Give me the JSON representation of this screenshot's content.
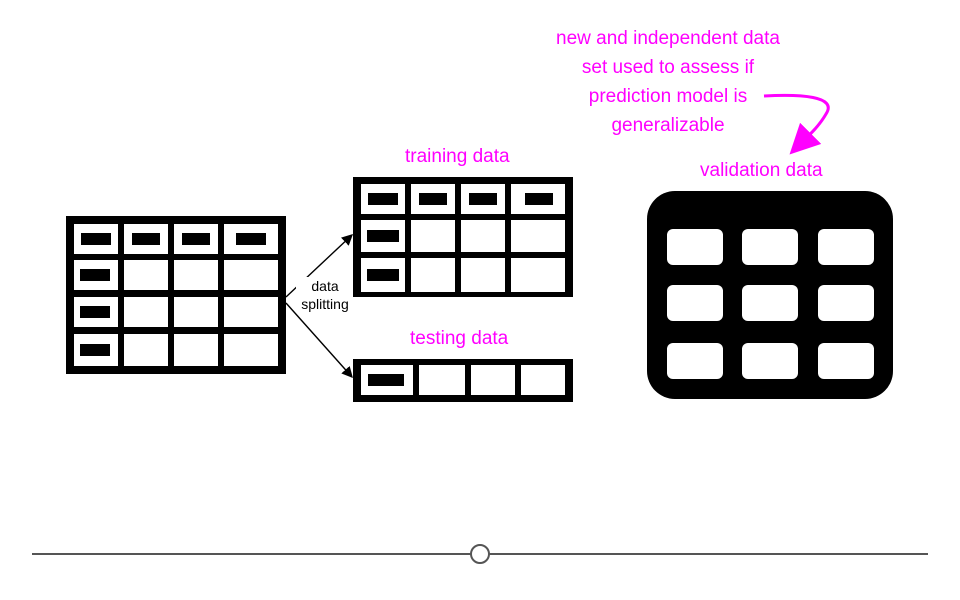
{
  "diagram": {
    "split_label_line1": "data",
    "split_label_line2": "splitting",
    "training_label": "training data",
    "testing_label": "testing data",
    "validation_label": "validation data",
    "validation_note_lines": [
      "new and independent data",
      "set used to assess if",
      "prediction model is",
      "generalizable"
    ]
  },
  "colors": {
    "accent": "#ff00ff",
    "table": "#000000",
    "slider": "#555555"
  },
  "slider": {
    "position": 0.5
  }
}
